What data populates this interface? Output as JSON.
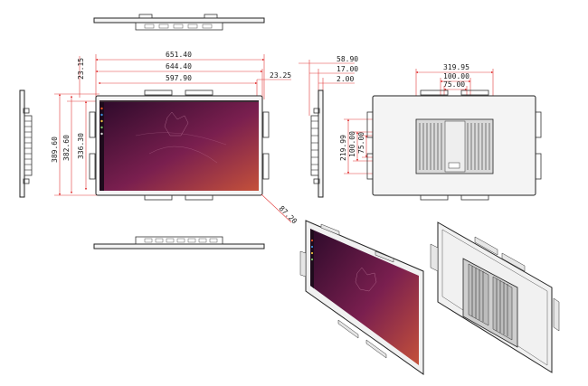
{
  "colors": {
    "dimension_line": "#e23a3a",
    "outline": "#222222",
    "screen_dark": "#2c0a2a",
    "screen_mid": "#7a1f4f",
    "screen_warm": "#c4513a"
  },
  "front_view": {
    "width_overall": "651.40",
    "width_bezel": "644.40",
    "width_screen": "597.90",
    "offset_top": "23.15",
    "offset_right": "23.25",
    "height_overall": "389.60",
    "height_bezel": "382.60",
    "height_screen": "336.30",
    "diagonal": "87.20"
  },
  "side_view": {
    "depth_total": "58.90",
    "depth_frame": "17.00",
    "depth_glass": "2.00"
  },
  "rear_view": {
    "mount_width_outer": "319.95",
    "mount_width_mid": "100.00",
    "mount_width_inner": "75.00",
    "mount_height_outer": "219.99",
    "mount_height_mid": "100.00",
    "mount_height_inner": "75.00"
  },
  "icons": [
    "ubuntu-wallpaper-icon",
    "heatsink-icon",
    "bracket-icon"
  ]
}
